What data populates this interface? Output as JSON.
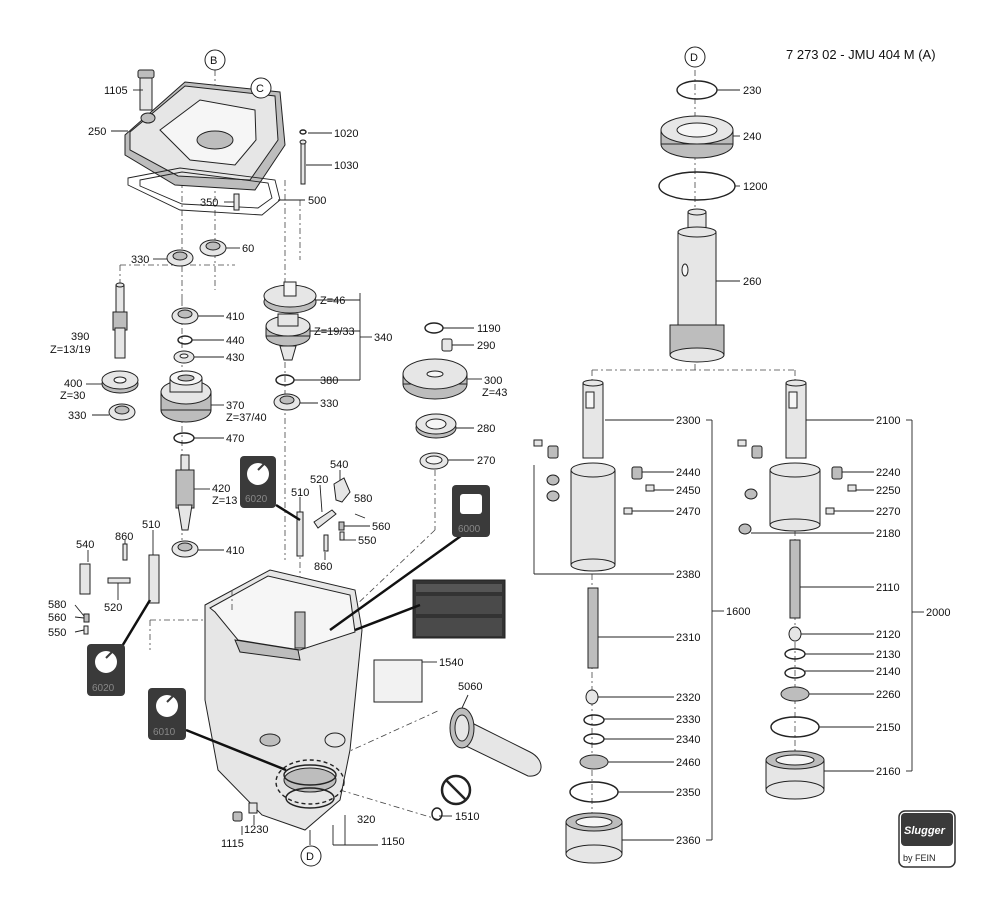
{
  "header": {
    "doc_id": "7 273 02 - JMU 404 M (A)"
  },
  "callouts": {
    "b": "B",
    "c": "C",
    "d_top": "D",
    "d_bottom": "D"
  },
  "labels": {
    "l1105": "1105",
    "l250": "250",
    "l1020": "1020",
    "l1030": "1030",
    "l350": "350",
    "l500": "500",
    "l330a": "330",
    "l60": "60",
    "l390": "390",
    "l390z": "Z=13/19",
    "l410a": "410",
    "l440": "440",
    "l430": "430",
    "l400": "400",
    "l400z": "Z=30",
    "l330b": "330",
    "l370": "370",
    "l370z": "Z=37/40",
    "l470": "470",
    "l420": "420",
    "l420z": "Z=13",
    "l410b": "410",
    "lz46": "Z=46",
    "lz1933": "Z=19/33",
    "l340": "340",
    "l380": "380",
    "l330c": "330",
    "l1190": "1190",
    "l290": "290",
    "l300": "300",
    "l300z": "Z=43",
    "l280": "280",
    "l270": "270",
    "l540a": "540",
    "l520a": "520",
    "l510a": "510",
    "l580a": "580",
    "l560a": "560",
    "l550a": "550",
    "l860a": "860",
    "l540b": "540",
    "l860b": "860",
    "l510b": "510",
    "l580b": "580",
    "l560b": "560",
    "l550b": "550",
    "l520b": "520",
    "l1540": "1540",
    "l5060": "5060",
    "l1510": "1510",
    "l1230": "1230",
    "l1115": "1115",
    "l320": "320",
    "l1150": "1150",
    "l230": "230",
    "l240": "240",
    "l1200": "1200",
    "l260": "260",
    "l2300": "2300",
    "l2440": "2440",
    "l2450": "2450",
    "l2470": "2470",
    "l2380": "2380",
    "l2310": "2310",
    "l2320": "2320",
    "l2330": "2330",
    "l2340": "2340",
    "l2460": "2460",
    "l2350": "2350",
    "l2360": "2360",
    "l1600": "1600",
    "l2100": "2100",
    "l2240": "2240",
    "l2250": "2250",
    "l2270": "2270",
    "l2180": "2180",
    "l2110": "2110",
    "l2120": "2120",
    "l2130": "2130",
    "l2140": "2140",
    "l2260": "2260",
    "l2150": "2150",
    "l2160": "2160",
    "l2000": "2000"
  },
  "grease_badges": {
    "b1": "6020",
    "b2": "6000",
    "b3": "6020",
    "b4": "6010"
  },
  "logo": {
    "brand": "Slugger",
    "by": "by FEIN"
  },
  "colors": {
    "ink": "#222222",
    "part_fill": "#e6e6e6",
    "badge_fill": "#3a3a3a"
  }
}
